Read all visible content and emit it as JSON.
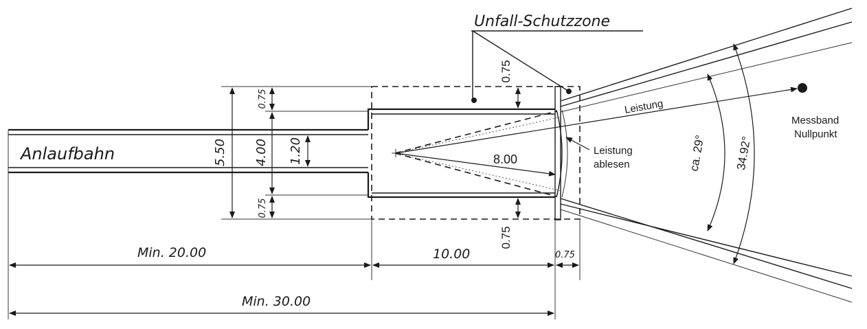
{
  "labels": {
    "title": "Unfall-Schutzzone",
    "runway": "Anlaufbahn",
    "performance": "Leistung",
    "read_line1": "Leistung",
    "read_line2": "ablesen",
    "tape_line1": "Messband",
    "tape_line2": "Nullpunkt"
  },
  "dimensions": {
    "total_width": "5.50",
    "inner_width": "4.00",
    "lane_width": "1.20",
    "margin_top": "0.75",
    "margin_bottom": "0.75",
    "zone_top": "0.75",
    "zone_bottom": "0.75",
    "radius": "8.00",
    "min_runway": "Min. 20.00",
    "length": "10.00",
    "board": "0.75",
    "min_total": "Min. 30.00",
    "angle_inner": "ca. 29°",
    "angle_outer": "34.92°"
  }
}
